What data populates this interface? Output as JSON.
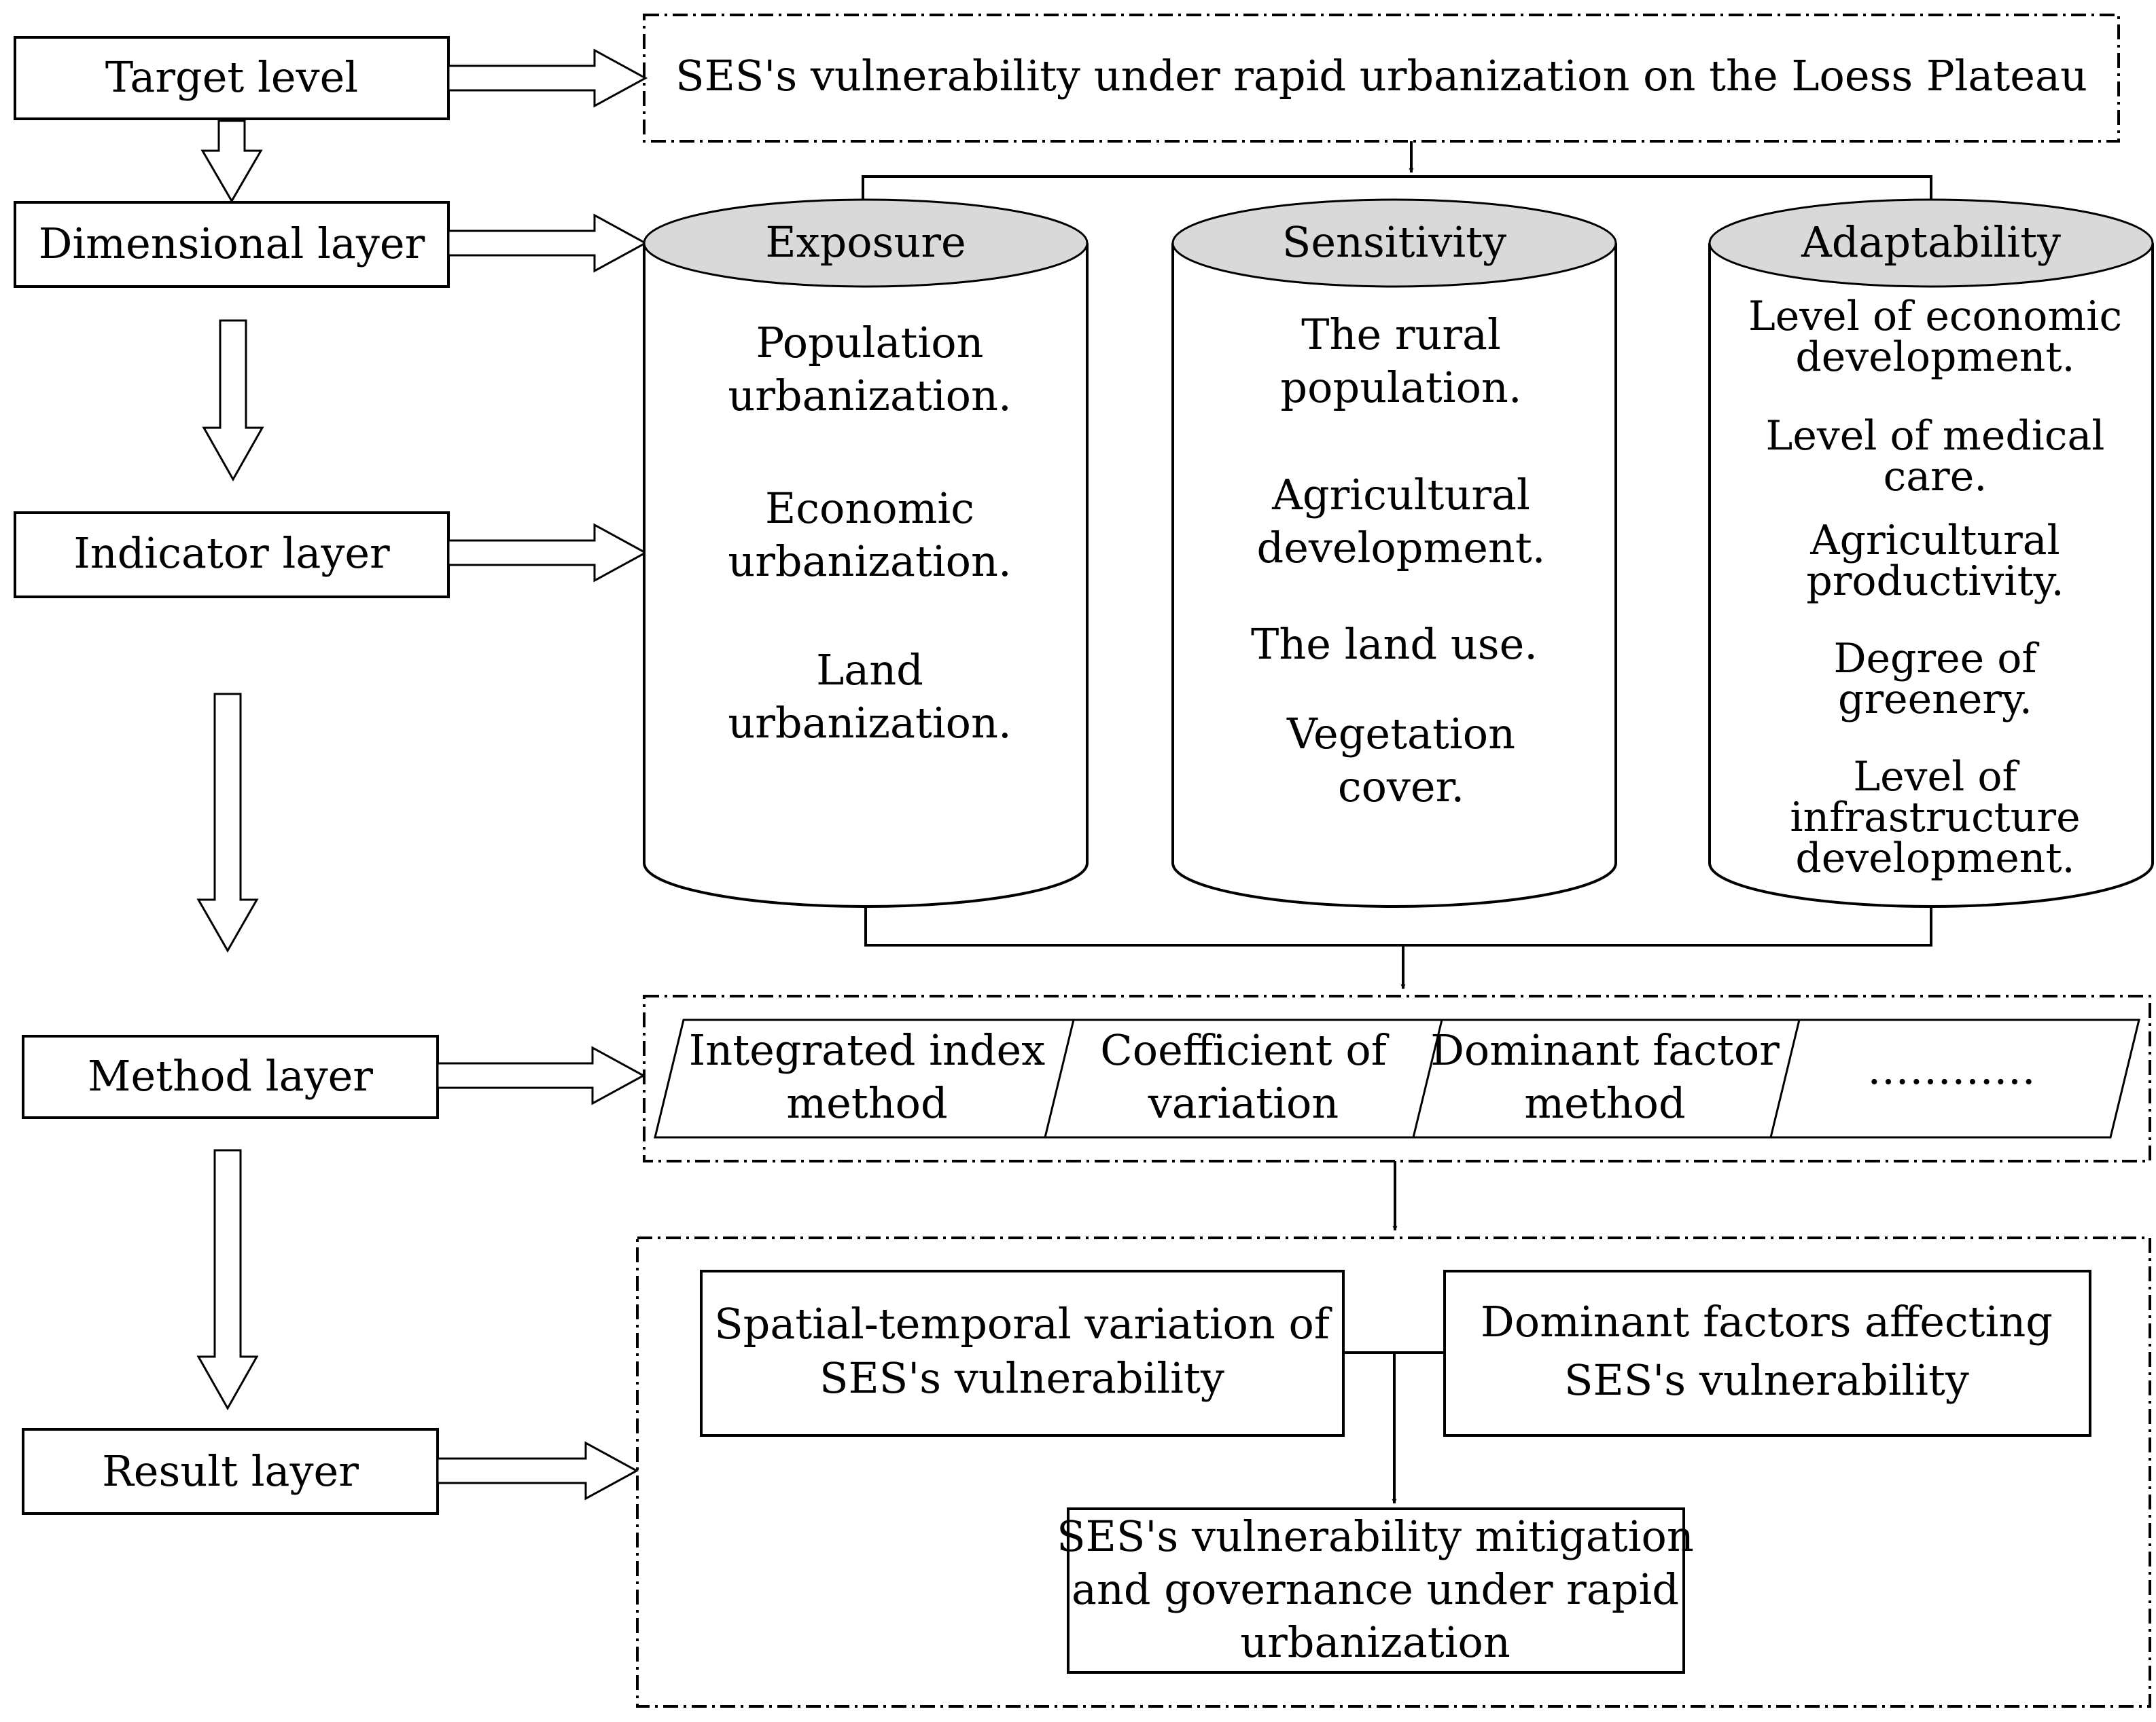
{
  "levels": {
    "target": "Target level",
    "dimensional": "Dimensional layer",
    "indicator": "Indicator layer",
    "method": "Method layer",
    "result": "Result layer"
  },
  "target_text": "SES's  vulnerability under rapid urbanization on the Loess Plateau",
  "dimensions": {
    "exposure": {
      "title": "Exposure",
      "items": [
        [
          "Population",
          "urbanization."
        ],
        [
          "Economic",
          "urbanization."
        ],
        [
          "Land",
          "urbanization."
        ]
      ]
    },
    "sensitivity": {
      "title": "Sensitivity",
      "items": [
        [
          "The rural",
          "population."
        ],
        [
          "Agricultural",
          "development."
        ],
        [
          "The land use."
        ],
        [
          "Vegetation",
          "cover."
        ]
      ]
    },
    "adaptability": {
      "title": "Adaptability",
      "items": [
        [
          "Level of economic",
          "development."
        ],
        [
          "Level of medical",
          "care."
        ],
        [
          "Agricultural",
          "productivity."
        ],
        [
          "Degree of",
          "greenery."
        ],
        [
          "Level of",
          "infrastructure",
          "development."
        ]
      ]
    }
  },
  "methods": [
    [
      "Integrated index",
      "method"
    ],
    [
      "Coefficient of",
      "variation"
    ],
    [
      "Dominant factor",
      "method"
    ],
    [
      "…………"
    ]
  ],
  "results": {
    "left": [
      "Spatial-temporal variation of",
      "SES's vulnerability"
    ],
    "right": [
      "Dominant factors affecting",
      "SES's vulnerability"
    ],
    "bottom": [
      "SES's vulnerability mitigation",
      "and governance under rapid",
      "urbanization"
    ]
  },
  "colors": {
    "cylinder_top": "#d9d9d9",
    "stroke": "#000000"
  }
}
